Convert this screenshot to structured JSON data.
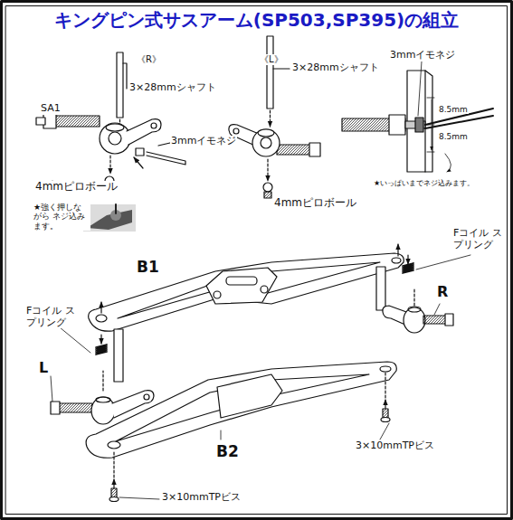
{
  "diagram": {
    "title": "キングピン式サスアーム(SP503,SP395)の組立",
    "labels": [
      "《R》",
      "SA1",
      "3×28mmシャフト",
      "3mmイモネジ",
      "4mmピロボール",
      "★強く押しながら ネジ込みます。",
      "《L》",
      "3×28mmシャフト",
      "4mmピロボール",
      "3mmイモネジ",
      "8.5mm",
      "8.5mm",
      "★いっぱいまでネジ込みます。",
      "B1",
      "Fコイル スプリング",
      "R",
      "Fコイル スプリング",
      "L",
      "B2",
      "3×10mmTPビス",
      "3×10mmTPビス"
    ]
  }
}
